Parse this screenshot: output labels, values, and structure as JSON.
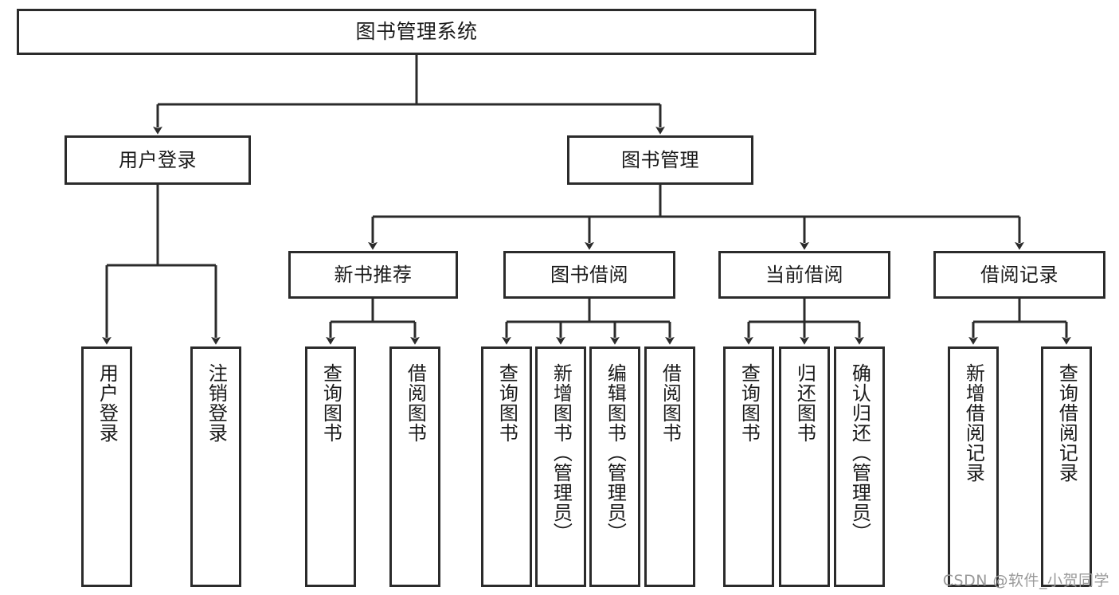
{
  "diagram": {
    "type": "tree-hierarchy",
    "title": "图书管理系统",
    "orientation": "top-down",
    "colors": {
      "box_border": "#2b2b2b",
      "box_fill": "#ffffff",
      "connector": "#2b2b2b",
      "text": "#1a1a1a",
      "watermark": "#9a9a9a",
      "background": "#ffffff"
    },
    "nodes": {
      "root": {
        "label": "图书管理系统"
      },
      "level2": [
        {
          "id": "user-login",
          "label": "用户登录"
        },
        {
          "id": "book-manage",
          "label": "图书管理"
        }
      ],
      "level3": [
        {
          "id": "new-book-recommend",
          "label": "新书推荐"
        },
        {
          "id": "book-borrow",
          "label": "图书借阅"
        },
        {
          "id": "current-borrow",
          "label": "当前借阅"
        },
        {
          "id": "borrow-record",
          "label": "借阅记录"
        }
      ],
      "leaves": {
        "user-login": [
          {
            "id": "leaf-user-login",
            "label": "用户登录"
          },
          {
            "id": "leaf-user-logout",
            "label": "注销登录"
          }
        ],
        "new-book-recommend": [
          {
            "id": "leaf-query-book-1",
            "label": "查询图书"
          },
          {
            "id": "leaf-borrow-book-1",
            "label": "借阅图书"
          }
        ],
        "book-borrow": [
          {
            "id": "leaf-query-book-2",
            "label": "查询图书"
          },
          {
            "id": "leaf-add-book",
            "label": "新增图书（管理员）"
          },
          {
            "id": "leaf-edit-book",
            "label": "编辑图书（管理员）"
          },
          {
            "id": "leaf-borrow-book-2",
            "label": "借阅图书"
          }
        ],
        "current-borrow": [
          {
            "id": "leaf-query-book-3",
            "label": "查询图书"
          },
          {
            "id": "leaf-return-book",
            "label": "归还图书"
          },
          {
            "id": "leaf-confirm-return",
            "label": "确认归还（管理员）"
          }
        ],
        "borrow-record": [
          {
            "id": "leaf-add-record",
            "label": "新增借阅记录"
          },
          {
            "id": "leaf-query-record",
            "label": "查询借阅记录"
          }
        ]
      }
    },
    "watermark": "CSDN @软件_小贺同学"
  }
}
